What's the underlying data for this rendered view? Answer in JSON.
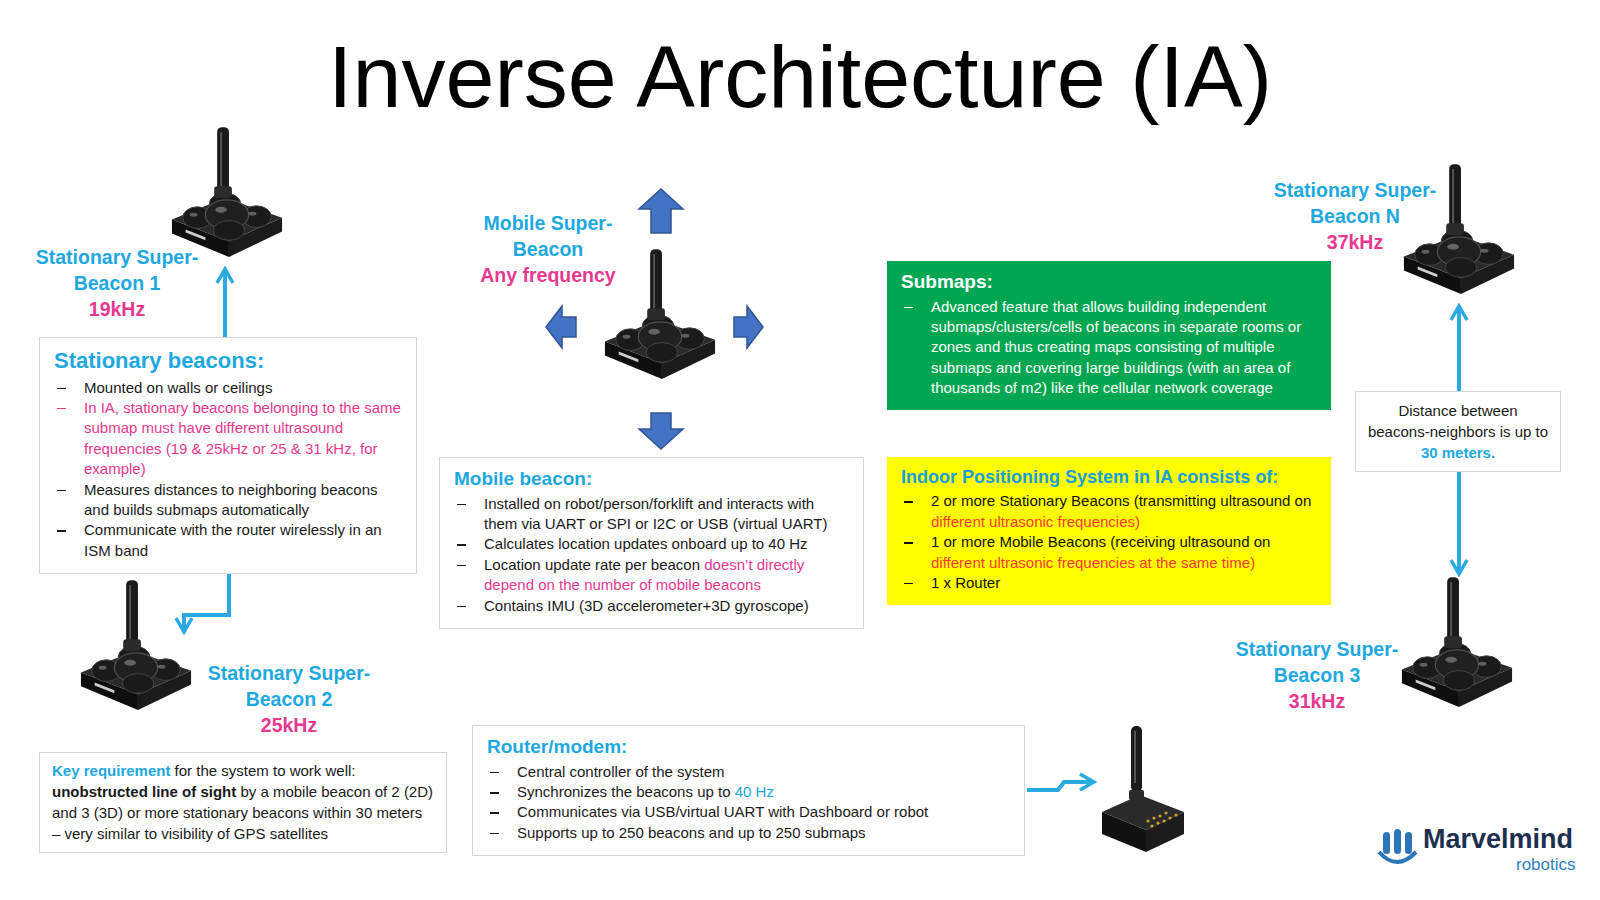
{
  "diagram": {
    "title": "Inverse Architecture (IA)",
    "nodes": [
      {
        "text": [
          "Stationary Super-Beacon 1",
          "19kHz"
        ]
      },
      {
        "text": [
          "Mobile Super-Beacon",
          "Any frequency"
        ]
      },
      {
        "text": [
          "Stationary Super-Beacon N",
          "37kHz"
        ]
      },
      {
        "text": [
          "Submaps:",
          "Advanced feature that allows building independent submaps/clusters/cells of beacons in separate rooms or zones and thus creating maps consisting of multiple submaps and covering large buildings (with an area of thousands of m2) like the cellular network coverage"
        ]
      },
      {
        "text": [
          "Stationary beacons:",
          "Mounted on walls or ceilings",
          "In IA, stationary beacons belonging to the same submap must have different ultrasound frequencies (19 & 25kHz or 25 & 31 kHz, for example)",
          "Measures distances to neighboring beacons and builds submaps automatically",
          "Communicate with the router wirelessly in an ISM band"
        ]
      },
      {
        "text": [
          "Distance between beacons-neighbors is up to 30 meters."
        ]
      },
      {
        "text": [
          "Mobile beacon:",
          "Installed on robot/person/forklift and interacts with them via UART or SPI or I2C or USB (virtual UART)",
          "Calculates location updates onboard up to 40 Hz",
          "Location update rate per beacon doesn’t directly depend on the number of mobile beacons",
          "Contains IMU (3D accelerometer+3D gyroscope)"
        ]
      },
      {
        "text": [
          "Indoor Positioning System in IA consists of:",
          "2 or more Stationary Beacons (transmitting ultrasound on different ultrasonic frequencies)",
          "1 or more Mobile Beacons (receiving ultrasound on different ultrasonic frequencies at the same time)",
          "1 x Router"
        ]
      },
      {
        "text": [
          "Stationary Super-Beacon 2",
          "25kHz"
        ]
      },
      {
        "text": [
          "Stationary Super-Beacon 3",
          "31kHz"
        ]
      },
      {
        "text": [
          "Key requirement for the system to work well: unobstructed line of sight by a mobile beacon of 2 (2D) and 3 (3D) or more stationary beacons within 30 meters – very similar to visibility of GPS satellites"
        ]
      },
      {
        "text": [
          "Router/modem:",
          "Central controller of the system",
          "Synchronizes the beacons up to 40 Hz",
          "Communicates via USB/virtual UART with Dashboard or robot",
          "Supports up to 250 beacons and up to 250 submaps"
        ]
      }
    ],
    "edges": [
      {
        "from": 4,
        "to": 0,
        "arrow": "to"
      },
      {
        "from": 4,
        "to": 8,
        "arrow": "to"
      },
      {
        "from": 5,
        "to": 2,
        "arrow": "to"
      },
      {
        "from": 5,
        "to": 9,
        "arrow": "to"
      }
    ],
    "labels": [
      "Marvelmind",
      "robotics"
    ]
  }
}
